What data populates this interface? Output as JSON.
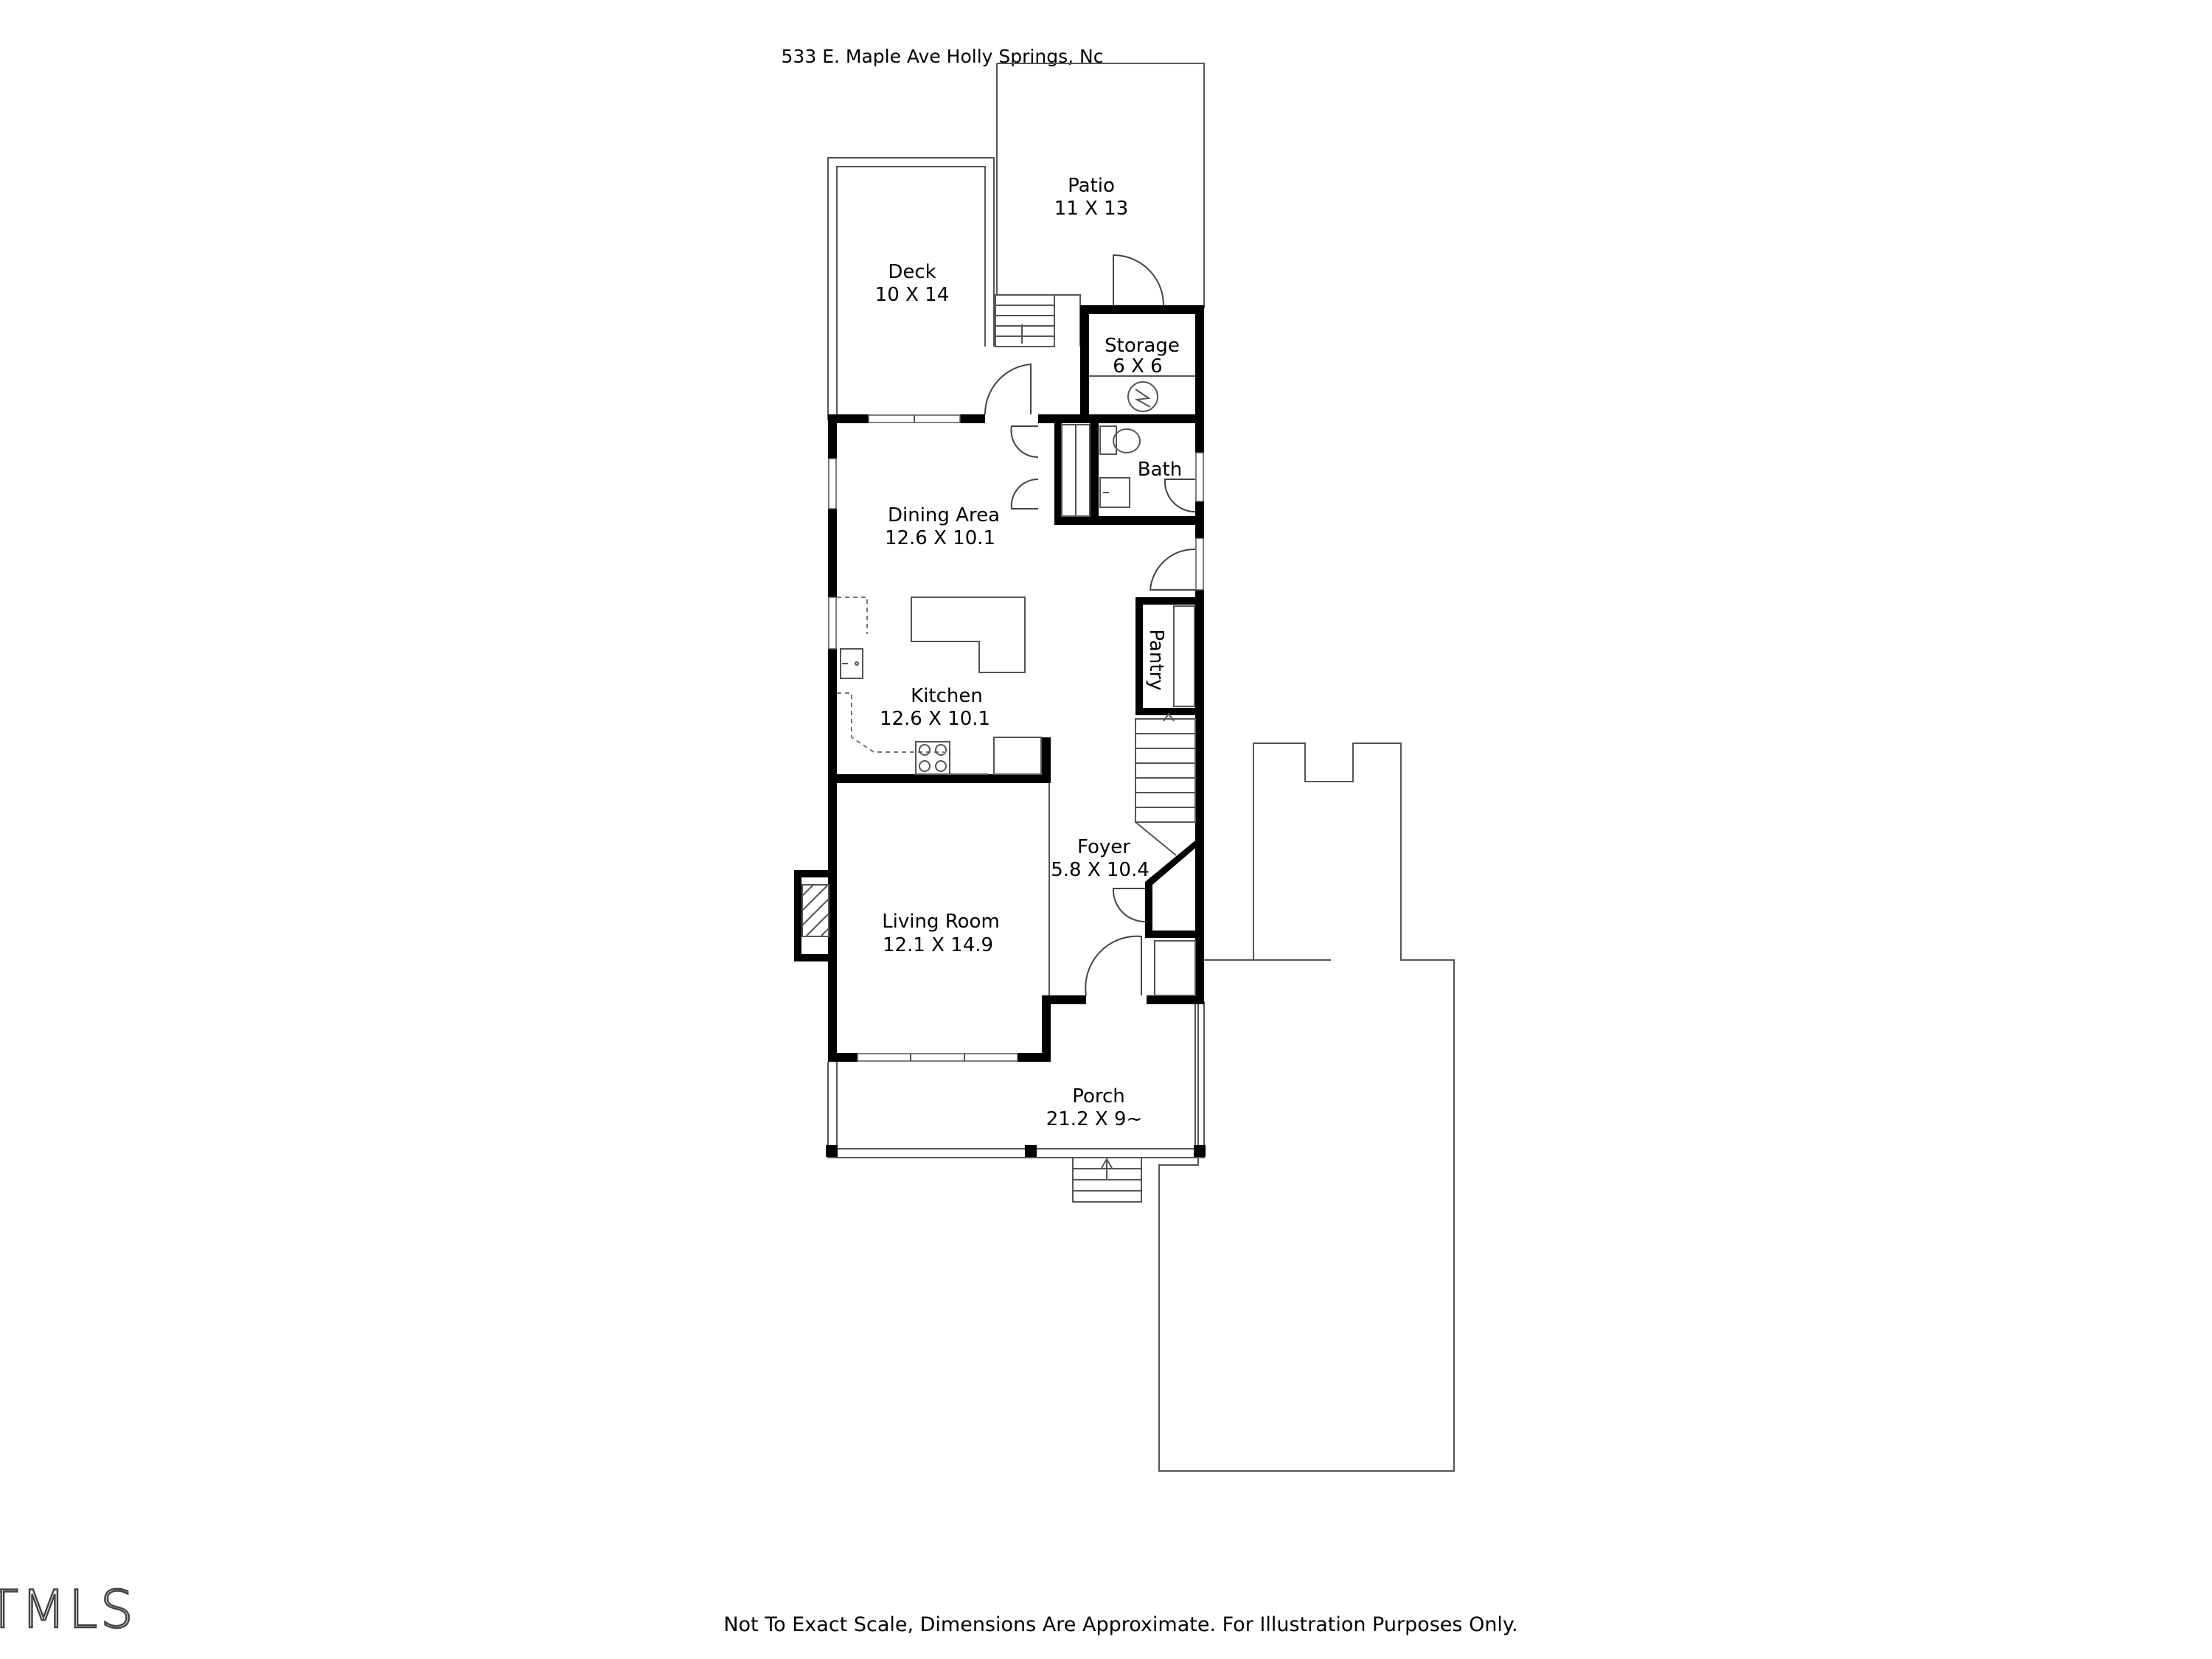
{
  "header": {
    "address": "533 E. Maple Ave Holly Springs, Nc"
  },
  "rooms": {
    "patio": {
      "name": "Patio",
      "dims": "11 X 13"
    },
    "deck": {
      "name": "Deck",
      "dims": "10 X 14"
    },
    "storage": {
      "name": "Storage",
      "dims": "6 X 6"
    },
    "bath": {
      "name": "Bath"
    },
    "dining": {
      "name": "Dining Area",
      "dims": "12.6 X 10.1"
    },
    "pantry": {
      "name": "Pantry"
    },
    "kitchen": {
      "name": "Kitchen",
      "dims": "12.6 X 10.1"
    },
    "foyer": {
      "name": "Foyer",
      "dims": "5.8 X 10.4"
    },
    "living": {
      "name": "Living Room",
      "dims": "12.1 X 14.9"
    },
    "porch": {
      "name": "Porch",
      "dims": "21.2 X 9~"
    }
  },
  "footer": {
    "disclaimer": "Not To Exact Scale, Dimensions Are Approximate. For Illustration Purposes Only."
  },
  "logo": {
    "text": "TMLS"
  }
}
